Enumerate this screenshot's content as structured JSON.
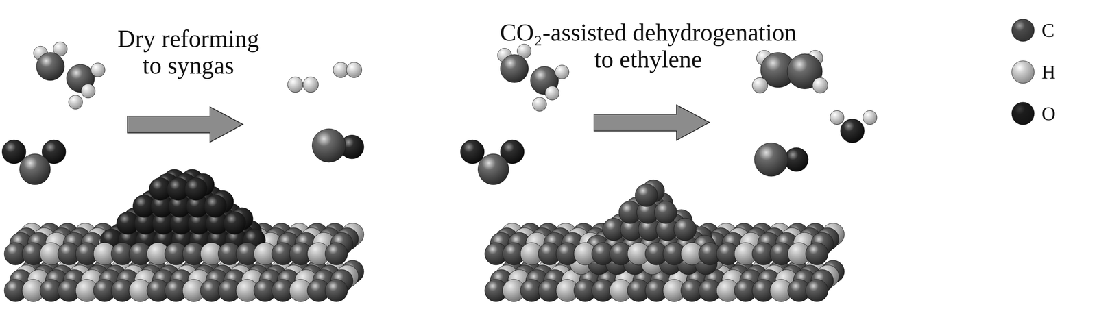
{
  "diagram": {
    "labels": [
      "Dry reforming to syngas",
      "CO₂-assisted dehydrogenation to ethylene"
    ],
    "legend": [
      {
        "text": "C",
        "color": "#4a4a4a"
      },
      {
        "text": "H",
        "color": "#cfcfcf"
      },
      {
        "text": "O",
        "color": "#1c1c1c"
      }
    ]
  }
}
